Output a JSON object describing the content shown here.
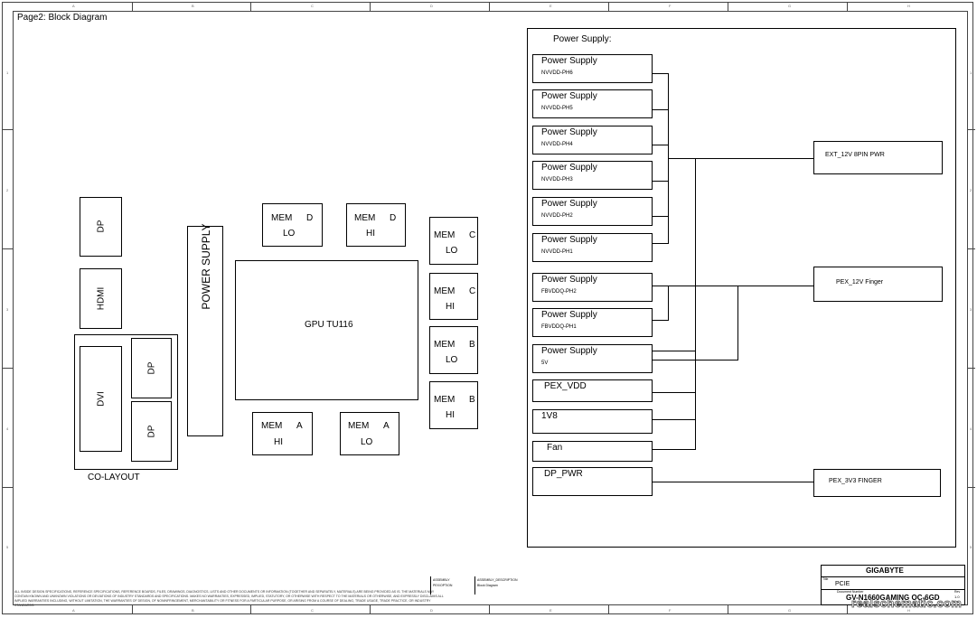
{
  "sheet": {
    "title": "Page2: Block Diagram",
    "col_labels": [
      "A",
      "B",
      "C",
      "D",
      "E",
      "F",
      "G",
      "H"
    ],
    "row_labels": [
      "1",
      "2",
      "3",
      "4",
      "5"
    ]
  },
  "left_blocks": {
    "dp1": "DP",
    "hdmi": "HDMI",
    "dvi": "DVI",
    "dp2": "DP",
    "dp3": "DP",
    "co_layout": "CO-LAYOUT",
    "power_supply": "POWER SUPPLY",
    "gpu": "GPU TU116",
    "mem_d_lo": {
      "a": "MEM",
      "b": "D",
      "c": "LO"
    },
    "mem_d_hi": {
      "a": "MEM",
      "b": "D",
      "c": "HI"
    },
    "mem_c_lo": {
      "a": "MEM",
      "b": "C",
      "c": "LO"
    },
    "mem_c_hi": {
      "a": "MEM",
      "b": "C",
      "c": "HI"
    },
    "mem_b_lo": {
      "a": "MEM",
      "b": "B",
      "c": "LO"
    },
    "mem_b_hi": {
      "a": "MEM",
      "b": "B",
      "c": "HI"
    },
    "mem_a_hi": {
      "a": "MEM",
      "b": "A",
      "c": "HI"
    },
    "mem_a_lo": {
      "a": "MEM",
      "b": "A",
      "c": "LO"
    }
  },
  "power_panel": {
    "title": "Power Supply:",
    "rails": [
      {
        "name": "Power Supply",
        "sub": "NVVDD-PH6"
      },
      {
        "name": "Power Supply",
        "sub": "NVVDD-PH5"
      },
      {
        "name": "Power Supply",
        "sub": "NVVDD-PH4"
      },
      {
        "name": "Power Supply",
        "sub": "NVVDD-PH3"
      },
      {
        "name": "Power Supply",
        "sub": "NVVDD-PH2"
      },
      {
        "name": "Power Supply",
        "sub": "NVVDD-PH1"
      },
      {
        "name": "Power Supply",
        "sub": "FBVDDQ-PH2"
      },
      {
        "name": "Power Supply",
        "sub": "FBVDDQ-PH1"
      },
      {
        "name": "Power Supply",
        "sub": "5V"
      },
      {
        "name": "PEX_VDD",
        "sub": ""
      },
      {
        "name": "1V8",
        "sub": ""
      },
      {
        "name": "Fan",
        "sub": ""
      },
      {
        "name": "DP_PWR",
        "sub": ""
      }
    ],
    "sources": {
      "ext": "EXT_12V 8PIN PWR",
      "pex12": "PEX_12V Finger",
      "pex3v3": "PEX_3V3 FINGER"
    }
  },
  "footer": {
    "legal": "ALL INSIDE DESIGN SPECIFICATIONS, REFERENCE SPECIFICATIONS, REFERENCE BOARDS, FILES, DRAWINGS, DIAGNOSTICS, LISTS AND OTHER DOCUMENTS OR INFORMATION (TOGETHER AND SEPARATELY, MATERIALS) ARE BEING PROVIDED AS IS. THE MATERIALS MAY CONTAIN KNOWN AND UNKNOWN VIOLATIONS OR DEVIATIONS OF INDUSTRY STANDARDS AND SPECIFICATIONS. MAKES NO WARRANTIES, EXPRESSED, IMPLIED, STATUTORY, OR OTHERWISE WITH RESPECT TO THE MATERIALS OR OTHERWISE, AND EXPRESSLY DISCLAIMS ALL IMPLIED WARRANTIES INCLUDING, WITHOUT LIMITATION, THE WARRANTIES OF DESIGN, OF NONINFRINGEMENT, MERCHANTABILITY OR FITNESS FOR A PARTICULAR PURPOSE, OR ARISING FROM A COURSE OF DEALING, TRADE USAGE, TRADE PRACTICE, OR INDUSTRY STANDARDS.",
    "assembly_label": "ASSEMBLY",
    "assembly_value": "PEX/OPTION",
    "desc_label": "ASSEMBLY_DESCRIPTION",
    "desc_value": "Block Diagram",
    "company": "GIGABYTE",
    "title_label": "Title",
    "title_value": "PCIE",
    "docnum_label": "Document Number",
    "docnum_value": "GV-N1660GAMING OC-6GD",
    "rev_label": "Rev",
    "rev_value": "1.0",
    "watermark": "realschematic.com"
  }
}
